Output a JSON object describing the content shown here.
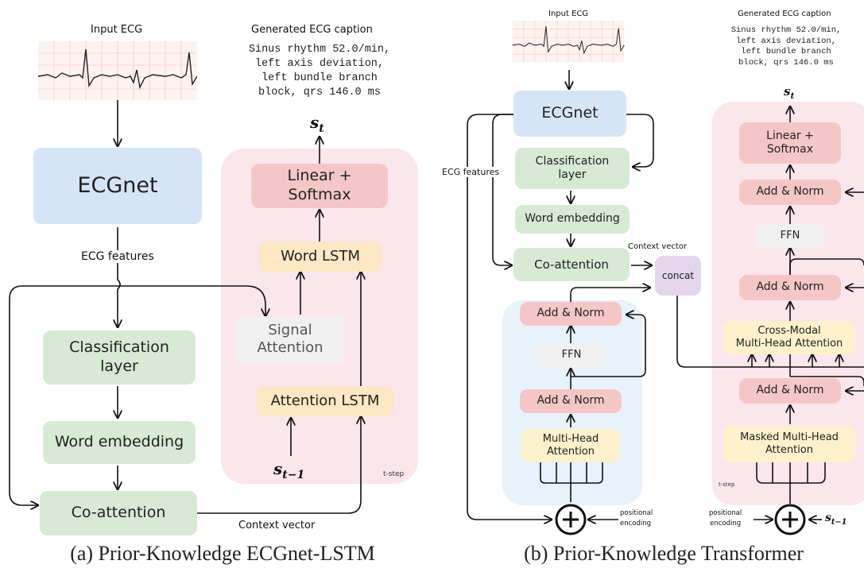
{
  "colors": {
    "ecgnet": "#d6e4f7",
    "green": "#d6ead4",
    "red": "#f4c7c6",
    "orange": "#fde7c4",
    "yellow": "#fcf1cc",
    "gray": "#f0f0f0",
    "purple": "#e3d5ec",
    "pink_panel": "#fbe6ec",
    "blue_panel": "#e7f2fb"
  },
  "panel_a": {
    "input_label": "Input ECG",
    "caption_title": "Generated ECG caption",
    "caption_text": "Sinus rhythm 52.0/min,\nleft axis deviation,\nleft bundle branch\nblock, qrs 146.0 ms",
    "ecgnet": "ECGnet",
    "ecg_features": "ECG features",
    "classification": "Classification\nlayer",
    "word_embedding": "Word embedding",
    "co_attention": "Co-attention",
    "context_vector": "Context vector",
    "linear_softmax": "Linear +\nSoftmax",
    "word_lstm": "Word LSTM",
    "signal_attention": "Signal\nAttention",
    "attention_lstm": "Attention LSTM",
    "s_t": "s",
    "s_t_sub": "t",
    "s_prev": "s",
    "s_prev_sub": "t−1",
    "tstep": "t-step",
    "caption": "(a) Prior-Knowledge ECGnet-LSTM"
  },
  "panel_b": {
    "input_label": "Input ECG",
    "caption_title": "Generated ECG caption",
    "caption_text": "Sinus rhythm 52.0/min,\nleft axis deviation,\nleft bundle branch\nblock, qrs 146.0 ms",
    "ecgnet": "ECGnet",
    "ecg_features": "ECG features",
    "classification": "Classification\nlayer",
    "word_embedding": "Word embedding",
    "co_attention": "Co-attention",
    "context_vector": "Context vector",
    "concat": "concat",
    "enc_add_norm_top": "Add & Norm",
    "enc_ffn": "FFN",
    "enc_add_norm_bottom": "Add & Norm",
    "enc_mha": "Multi-Head\nAttention",
    "positional_encoding_enc": "positional\nencoding",
    "dec_linear_softmax": "Linear +\nSoftmax",
    "dec_add_norm_1": "Add & Norm",
    "dec_ffn": "FFN",
    "dec_add_norm_2": "Add & Norm",
    "dec_cross": "Cross-Modal\nMulti-Head Attention",
    "dec_add_norm_3": "Add & Norm",
    "dec_masked": "Masked Multi-Head\nAttention",
    "positional_encoding_dec": "positional\nencoding",
    "s_t": "s",
    "s_t_sub": "t",
    "s_prev": "s",
    "s_prev_sub": "t−1",
    "tstep": "t-step",
    "plus": "+",
    "caption": "(b) Prior-Knowledge Transformer"
  }
}
